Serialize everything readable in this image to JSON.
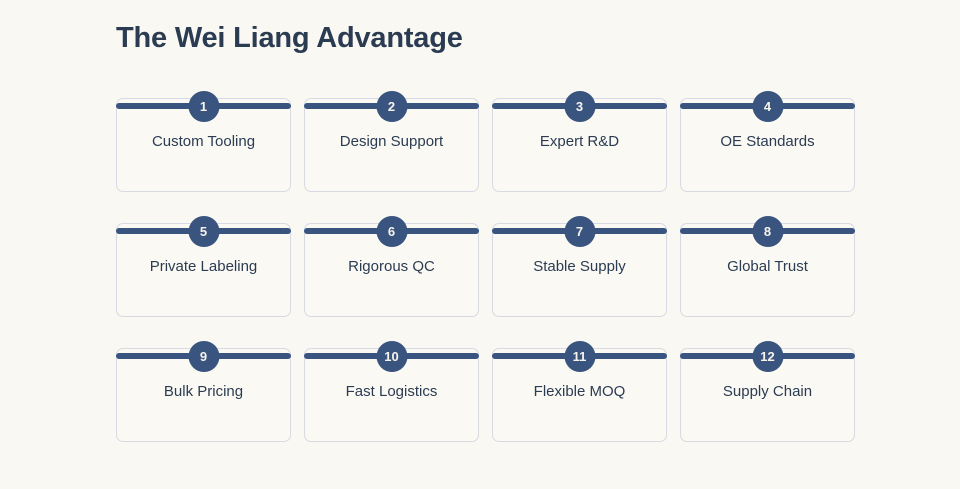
{
  "header": {
    "title": "The Wei Liang Advantage"
  },
  "theme": {
    "background": "#faf8f2",
    "accent": "#3a5480",
    "card_background": "#fbf9f4",
    "card_border": "#d7dae2",
    "text": "#2b3c52",
    "badge_text": "#f7f4ec"
  },
  "cards": [
    {
      "number": "1",
      "label": "Custom Tooling"
    },
    {
      "number": "2",
      "label": "Design Support"
    },
    {
      "number": "3",
      "label": "Expert R&D"
    },
    {
      "number": "4",
      "label": "OE Standards"
    },
    {
      "number": "5",
      "label": "Private Labeling"
    },
    {
      "number": "6",
      "label": "Rigorous QC"
    },
    {
      "number": "7",
      "label": "Stable Supply"
    },
    {
      "number": "8",
      "label": "Global Trust"
    },
    {
      "number": "9",
      "label": "Bulk Pricing"
    },
    {
      "number": "10",
      "label": "Fast Logistics"
    },
    {
      "number": "11",
      "label": "Flexible MOQ"
    },
    {
      "number": "12",
      "label": "Supply Chain"
    }
  ]
}
